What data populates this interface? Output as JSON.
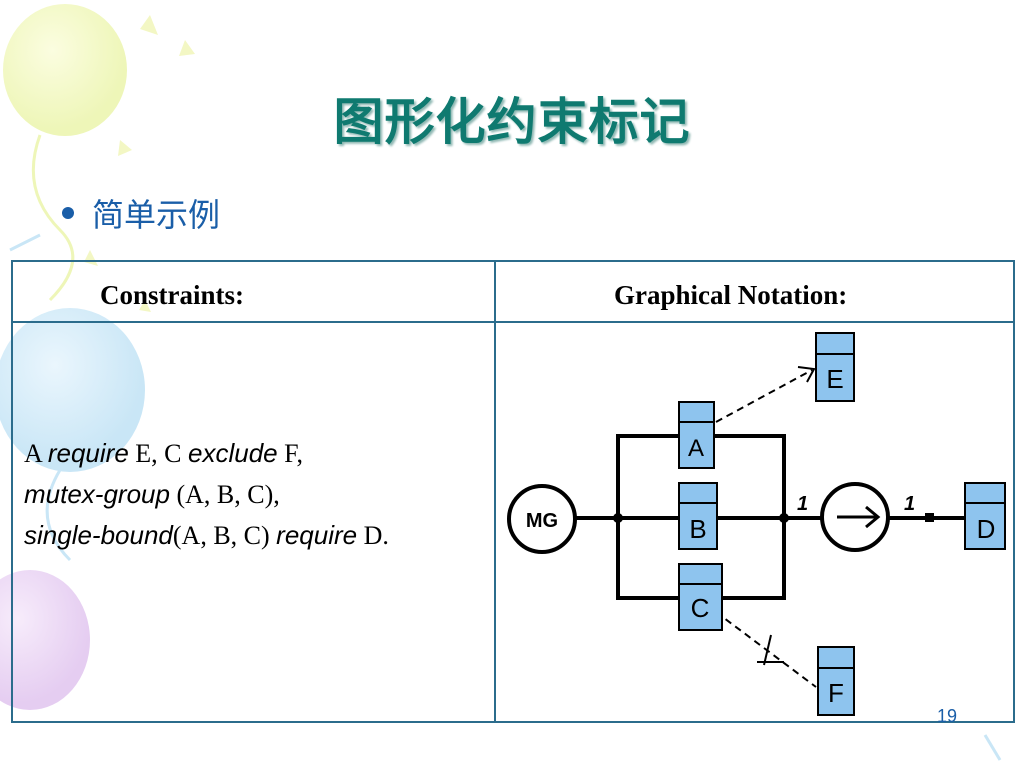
{
  "slide": {
    "title": "图形化约束标记",
    "bullet": "简单示例",
    "page_number": "19"
  },
  "table": {
    "left_header": "Constraints:",
    "right_header": "Graphical Notation:"
  },
  "constraints": {
    "line1": [
      {
        "text": "A ",
        "style": "roman"
      },
      {
        "text": "require",
        "style": "italic"
      },
      {
        "text": " E, C ",
        "style": "roman"
      },
      {
        "text": "exclude",
        "style": "italic"
      },
      {
        "text": " F,",
        "style": "roman"
      }
    ],
    "line2": [
      {
        "text": "mutex-group",
        "style": "italic"
      },
      {
        "text": " (A, B, C),",
        "style": "roman"
      }
    ],
    "line3": [
      {
        "text": "single-bound",
        "style": "italic"
      },
      {
        "text": "(A, B, C) ",
        "style": "roman"
      },
      {
        "text": "require",
        "style": "italic"
      },
      {
        "text": " D.",
        "style": "roman"
      }
    ]
  },
  "diagram": {
    "mg_label": "MG",
    "nodes": {
      "A": "A",
      "B": "B",
      "C": "C",
      "D": "D",
      "E": "E",
      "F": "F"
    },
    "left_multiplicity": "1",
    "right_multiplicity": "1",
    "colors": {
      "box_fill": "#8ec4ee",
      "stroke": "#000000"
    }
  }
}
